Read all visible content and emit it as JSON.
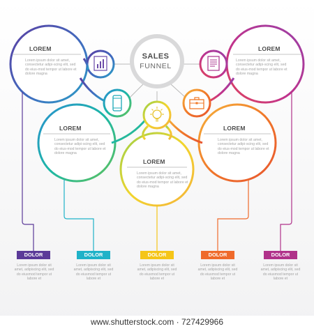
{
  "hub": {
    "title": "SALES",
    "subtitle": "FUNNEL"
  },
  "circles": [
    {
      "title": "LOREM",
      "body": "Lorem ipsum dolor sit amet, consectetur adipi-scing elit, sed do eius-mod tempor ut labore et dolore magna",
      "icon": "bar-chart-icon",
      "color": "#6b3fa0"
    },
    {
      "title": "LOREM",
      "body": "Lorem ipsum dolor sit amet, consectetur adipi-scing elit, sed do eius-mod tempor ut labore et dolore magna",
      "icon": "smartphone-icon",
      "color": "#1bb5a8"
    },
    {
      "title": "LOREM",
      "body": "Lorem ipsum dolor sit amet, consectetur adipi-scing elit, sed do eius-mod tempor ut labore et dolore magna",
      "icon": "lightbulb-icon",
      "color": "#f2c12e"
    },
    {
      "title": "LOREM",
      "body": "Lorem ipsum dolor sit amet, consectetur adipi-scing elit, sed do eius-mod tempor ut labore et dolore magna",
      "icon": "briefcase-icon",
      "color": "#f07a28"
    },
    {
      "title": "LOREM",
      "body": "Lorem ipsum dolor sit amet, consectetur adipi-scing elit, sed do eius-mod tempor ut labore et dolore magna",
      "icon": "document-icon",
      "color": "#a8328c"
    }
  ],
  "tags": [
    {
      "label": "DOLOR",
      "body": "Lorem ipsum dolor sit amet, adipiscing elit, sed do eiusmod tempor ut labore et",
      "color": "#5b3a99"
    },
    {
      "label": "DOLOR",
      "body": "Lorem ipsum dolor sit amet, adipiscing elit, sed do eiusmod tempor ut labore et",
      "color": "#1fb2c8"
    },
    {
      "label": "DOLOR",
      "body": "Lorem ipsum dolor sit amet, adipiscing elit, sed do eiusmod tempor ut labore et",
      "color": "#f5c518"
    },
    {
      "label": "DOLOR",
      "body": "Lorem ipsum dolor sit amet, adipiscing elit, sed do eiusmod tempor ut labore et",
      "color": "#ef6a2b"
    },
    {
      "label": "DOLOR",
      "body": "Lorem ipsum dolor sit amet, adipiscing elit, sed do eiusmod tempor ut labore et",
      "color": "#b0328a"
    }
  ],
  "watermark": "www.shutterstock.com · 727429966"
}
